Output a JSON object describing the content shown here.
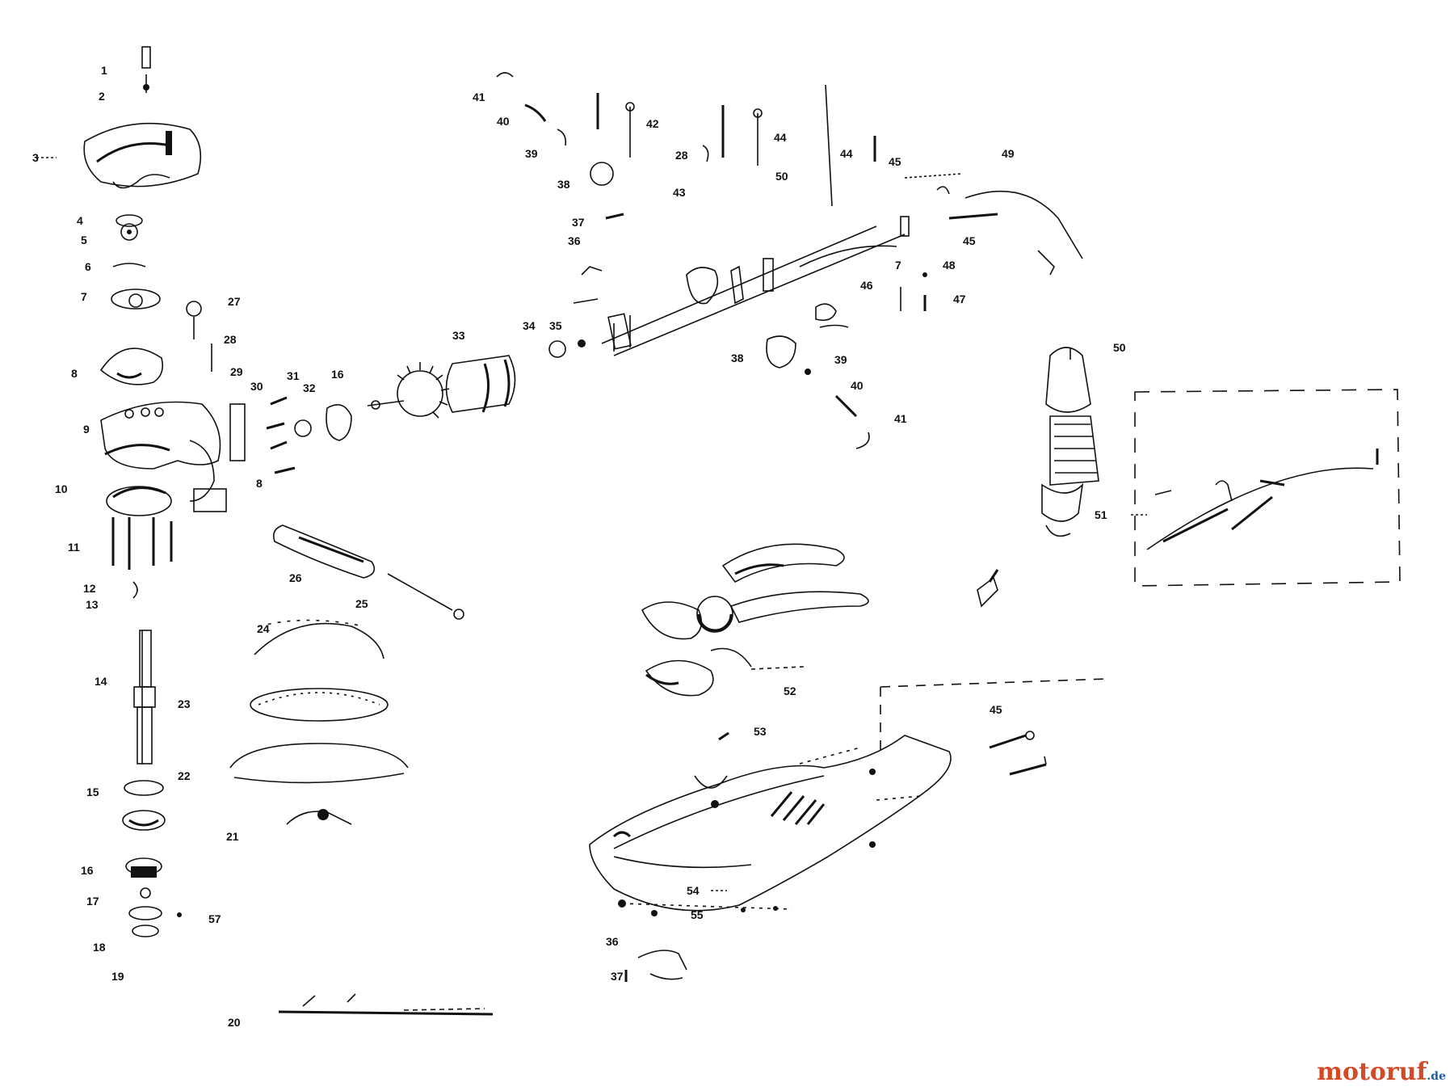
{
  "diagram": {
    "labels": [
      {
        "id": "1a",
        "text": "1"
      },
      {
        "id": "2a",
        "text": "2"
      },
      {
        "id": "3a",
        "text": "3"
      },
      {
        "id": "4a",
        "text": "4"
      },
      {
        "id": "5a",
        "text": "5"
      },
      {
        "id": "6a",
        "text": "6"
      },
      {
        "id": "7a",
        "text": "7"
      },
      {
        "id": "8a",
        "text": "8"
      },
      {
        "id": "9a",
        "text": "9"
      },
      {
        "id": "10a",
        "text": "10"
      },
      {
        "id": "11a",
        "text": "11"
      },
      {
        "id": "12a",
        "text": "12"
      },
      {
        "id": "13a",
        "text": "13"
      },
      {
        "id": "14a",
        "text": "14"
      },
      {
        "id": "15a",
        "text": "15"
      },
      {
        "id": "16a",
        "text": "16"
      },
      {
        "id": "17a",
        "text": "17"
      },
      {
        "id": "18a",
        "text": "18"
      },
      {
        "id": "19a",
        "text": "19"
      },
      {
        "id": "20a",
        "text": "20"
      },
      {
        "id": "21a",
        "text": "21"
      },
      {
        "id": "22a",
        "text": "22"
      },
      {
        "id": "23a",
        "text": "23"
      },
      {
        "id": "24a",
        "text": "24"
      },
      {
        "id": "25a",
        "text": "25"
      },
      {
        "id": "26a",
        "text": "26"
      },
      {
        "id": "27a",
        "text": "27"
      },
      {
        "id": "28a",
        "text": "28"
      },
      {
        "id": "29a",
        "text": "29"
      },
      {
        "id": "30a",
        "text": "30"
      },
      {
        "id": "31a",
        "text": "31"
      },
      {
        "id": "32a",
        "text": "32"
      },
      {
        "id": "16b",
        "text": "16"
      },
      {
        "id": "8b",
        "text": "8"
      },
      {
        "id": "33a",
        "text": "33"
      },
      {
        "id": "34a",
        "text": "34"
      },
      {
        "id": "35a",
        "text": "35"
      },
      {
        "id": "36a",
        "text": "36"
      },
      {
        "id": "37a",
        "text": "37"
      },
      {
        "id": "38a",
        "text": "38"
      },
      {
        "id": "39a",
        "text": "39"
      },
      {
        "id": "40a",
        "text": "40"
      },
      {
        "id": "41a",
        "text": "41"
      },
      {
        "id": "42a",
        "text": "42"
      },
      {
        "id": "43a",
        "text": "43"
      },
      {
        "id": "28b",
        "text": "28"
      },
      {
        "id": "44a",
        "text": "44"
      },
      {
        "id": "50a",
        "text": "50"
      },
      {
        "id": "44b",
        "text": "44"
      },
      {
        "id": "45a",
        "text": "45"
      },
      {
        "id": "49a",
        "text": "49"
      },
      {
        "id": "45b",
        "text": "45"
      },
      {
        "id": "7b",
        "text": "7"
      },
      {
        "id": "48a",
        "text": "48"
      },
      {
        "id": "46a",
        "text": "46"
      },
      {
        "id": "47a",
        "text": "47"
      },
      {
        "id": "38b",
        "text": "38"
      },
      {
        "id": "39b",
        "text": "39"
      },
      {
        "id": "40b",
        "text": "40"
      },
      {
        "id": "41b",
        "text": "41"
      },
      {
        "id": "50b",
        "text": "50"
      },
      {
        "id": "51a",
        "text": "51"
      },
      {
        "id": "52a",
        "text": "52"
      },
      {
        "id": "53a",
        "text": "53"
      },
      {
        "id": "45c",
        "text": "45"
      },
      {
        "id": "54a",
        "text": "54"
      },
      {
        "id": "55a",
        "text": "55"
      },
      {
        "id": "36b",
        "text": "36"
      },
      {
        "id": "37b",
        "text": "37"
      },
      {
        "id": "57a",
        "text": "57"
      },
      {
        "id": "31b",
        "text": "31"
      },
      {
        "id": "32b",
        "text": "32"
      }
    ]
  },
  "watermark": {
    "brand_main": "motoruf",
    "brand_tld": ".de"
  },
  "colors": {
    "brand_orange": "#d24a26",
    "brand_blue": "#1f5aa6",
    "ink": "#111111"
  }
}
